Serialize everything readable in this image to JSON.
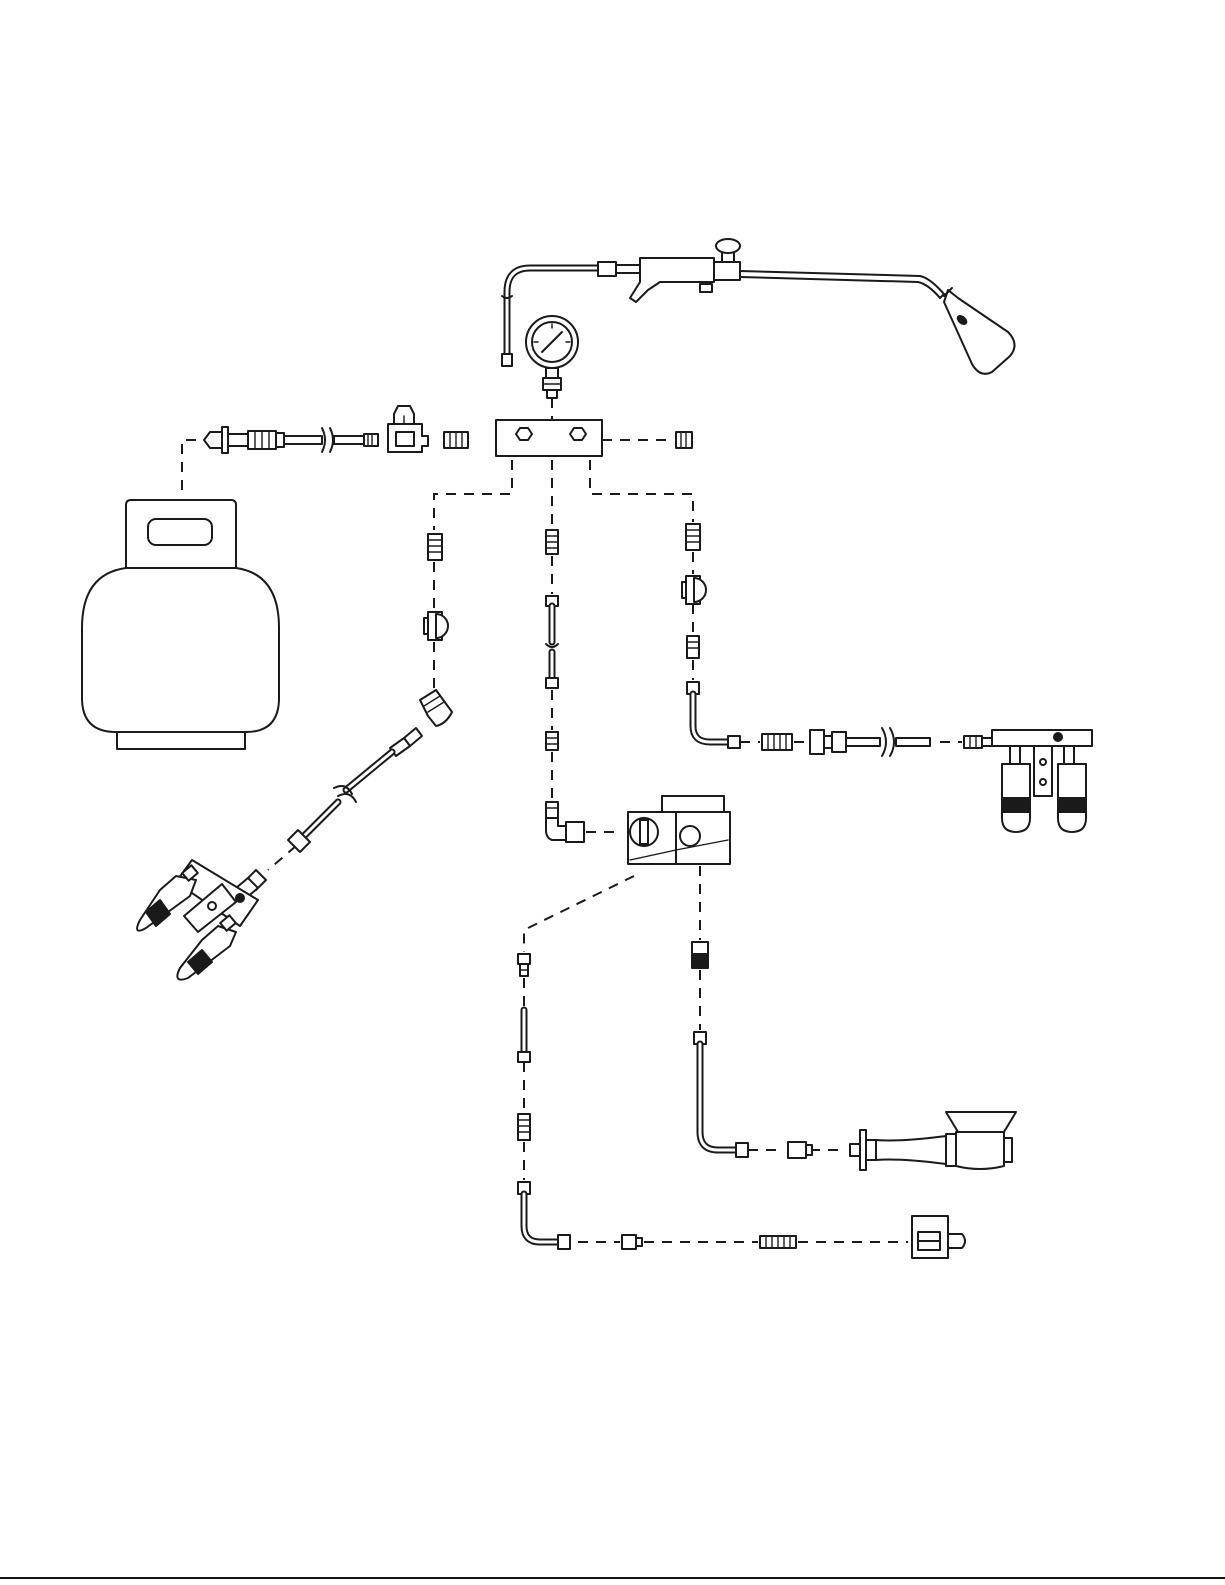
{
  "diagram": {
    "components": [
      {
        "id": "propane-tank",
        "icon": "propane-tank-icon"
      },
      {
        "id": "tank-regulator-hose",
        "icon": "regulator-hose-icon"
      },
      {
        "id": "regulator",
        "icon": "regulator-icon"
      },
      {
        "id": "manifold-block",
        "icon": "manifold-icon"
      },
      {
        "id": "pressure-gauge",
        "icon": "pressure-gauge-icon"
      },
      {
        "id": "torch-wand",
        "icon": "torch-icon"
      },
      {
        "id": "ball-valve-left",
        "icon": "ball-valve-icon"
      },
      {
        "id": "ball-valve-right",
        "icon": "ball-valve-icon"
      },
      {
        "id": "gas-control-valve",
        "icon": "gas-valve-icon"
      },
      {
        "id": "double-burner-left",
        "icon": "double-burner-icon"
      },
      {
        "id": "double-burner-right",
        "icon": "double-burner-icon"
      },
      {
        "id": "venturi-burner",
        "icon": "venturi-burner-icon"
      },
      {
        "id": "pilot-assembly",
        "icon": "pilot-icon"
      }
    ]
  },
  "colors": {
    "line": "#1a1a1a",
    "background": "#ffffff"
  }
}
